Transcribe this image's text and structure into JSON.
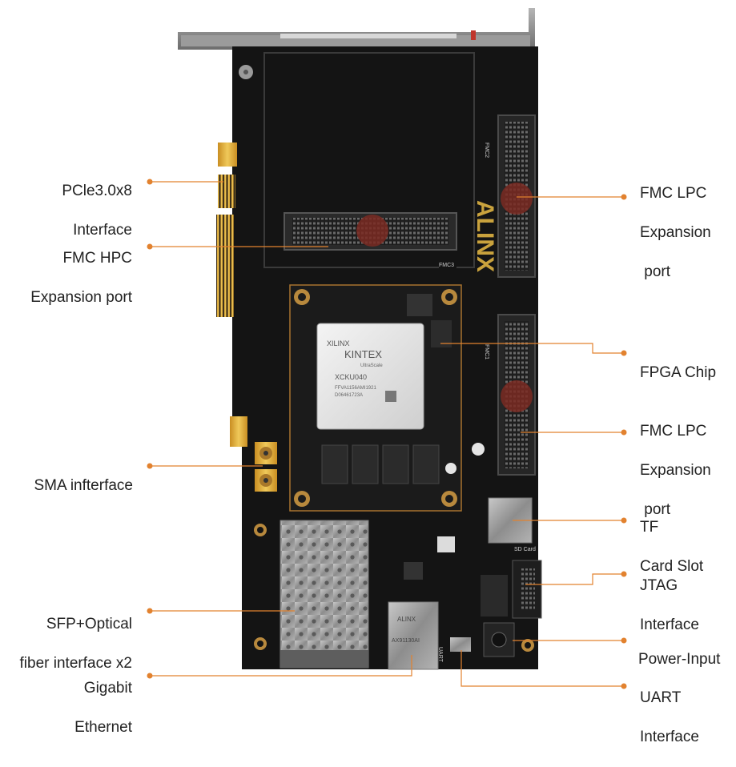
{
  "annotations": {
    "pcie": [
      "PCle3.0x8",
      "Interface"
    ],
    "fmc_hpc": [
      "FMC HPC",
      "Expansion port"
    ],
    "sma": [
      "SMA infterface"
    ],
    "sfp": [
      "SFP+Optical",
      "fiber interface x2"
    ],
    "gigabit": [
      "Gigabit",
      "Ethernet"
    ],
    "fmc_lpc_top": [
      "FMC LPC",
      "Expansion",
      " port"
    ],
    "fpga": [
      "FPGA Chip"
    ],
    "fmc_lpc_bottom": [
      "FMC LPC",
      "Expansion",
      " port"
    ],
    "tf": [
      "TF",
      "Card Slot"
    ],
    "jtag": [
      "JTAG",
      "Interface"
    ],
    "power": [
      "Power-Input"
    ],
    "uart": [
      "UART",
      "Interface"
    ]
  },
  "board_text": {
    "brand": "ALINX",
    "fmc3": "FMC3",
    "fmc2": "FMC2",
    "fmc1": "FMC1",
    "sd_card": "SD Card",
    "uart_silk": "UART",
    "chip_vendor": "XILINX",
    "chip_family": "KINTEX",
    "chip_series": "UltraScale",
    "chip_part": "XCKU040",
    "chip_code1": "FFVA1156AMI1921",
    "chip_code2": "D06461723A",
    "rj45_brand": "ALINX",
    "rj45_part": "AX91130AI"
  },
  "colors": {
    "leader": "#e2822f",
    "pcb": "#141414",
    "bracket": "#8c8c8c",
    "gold": "#e2b23f",
    "connector_highlight": "#7a2a22"
  }
}
